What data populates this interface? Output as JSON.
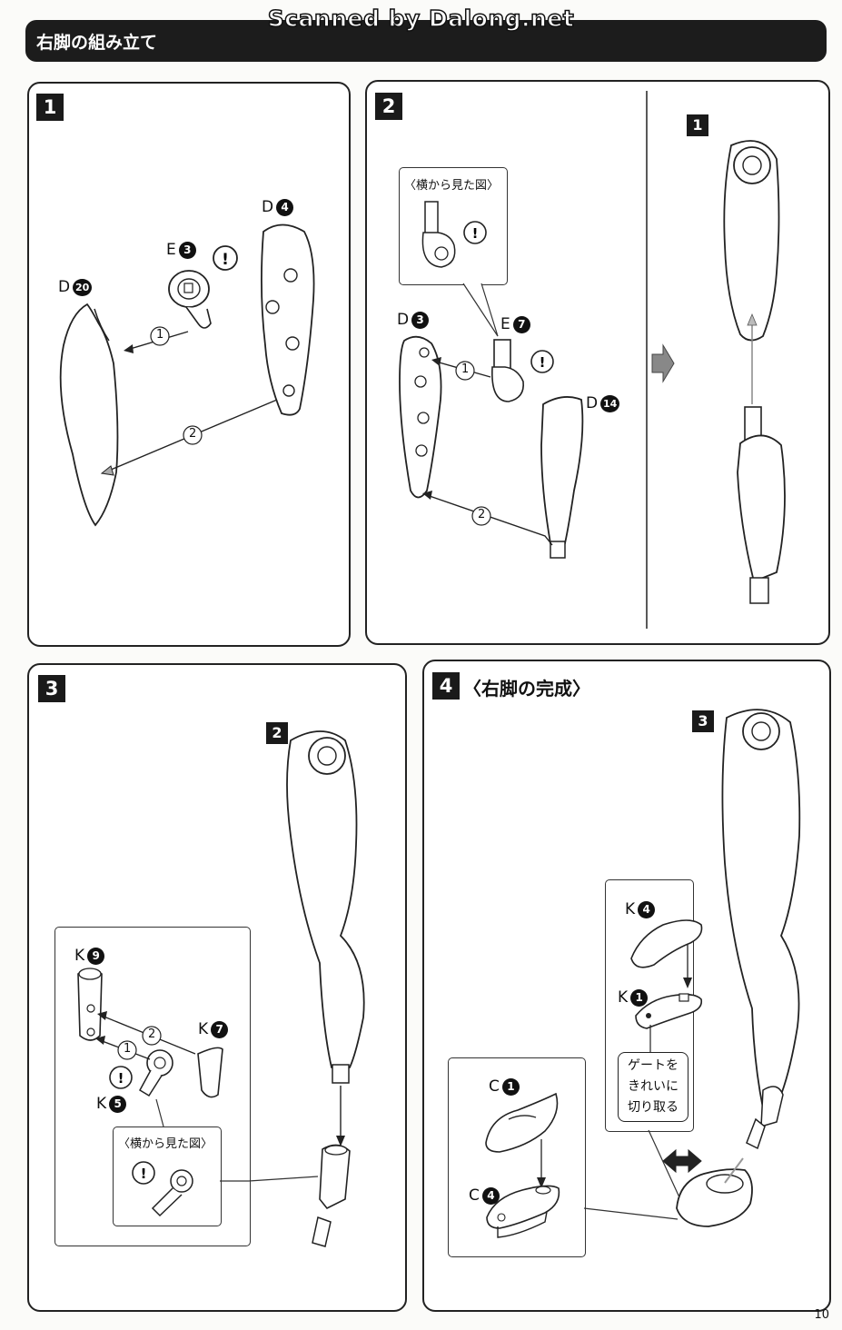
{
  "watermark": "Scanned by Dalong.net",
  "header": {
    "title": "右脚の組み立て"
  },
  "steps": [
    {
      "number": "1",
      "parts": [
        {
          "letter": "D",
          "num": "4"
        },
        {
          "letter": "E",
          "num": "3"
        },
        {
          "letter": "D",
          "num": "20"
        }
      ],
      "arrows": [
        "1",
        "2"
      ]
    },
    {
      "number": "2",
      "inset_title": "〈横から見た図〉",
      "parts": [
        {
          "letter": "D",
          "num": "3"
        },
        {
          "letter": "E",
          "num": "7"
        },
        {
          "letter": "D",
          "num": "14"
        }
      ],
      "arrows": [
        "1",
        "2"
      ],
      "result_badge": "1"
    },
    {
      "number": "3",
      "result_badge": "2",
      "inset_title": "〈横から見た図〉",
      "parts": [
        {
          "letter": "K",
          "num": "9"
        },
        {
          "letter": "K",
          "num": "7"
        },
        {
          "letter": "K",
          "num": "5"
        }
      ],
      "arrows": [
        "1",
        "2"
      ]
    },
    {
      "number": "4",
      "title": "〈右脚の完成〉",
      "result_badge": "3",
      "parts": [
        {
          "letter": "K",
          "num": "4"
        },
        {
          "letter": "K",
          "num": "1"
        },
        {
          "letter": "C",
          "num": "1"
        },
        {
          "letter": "C",
          "num": "4"
        }
      ],
      "note_lines": [
        "ゲートを",
        "きれいに",
        "切り取る"
      ]
    }
  ],
  "page_number": "10"
}
